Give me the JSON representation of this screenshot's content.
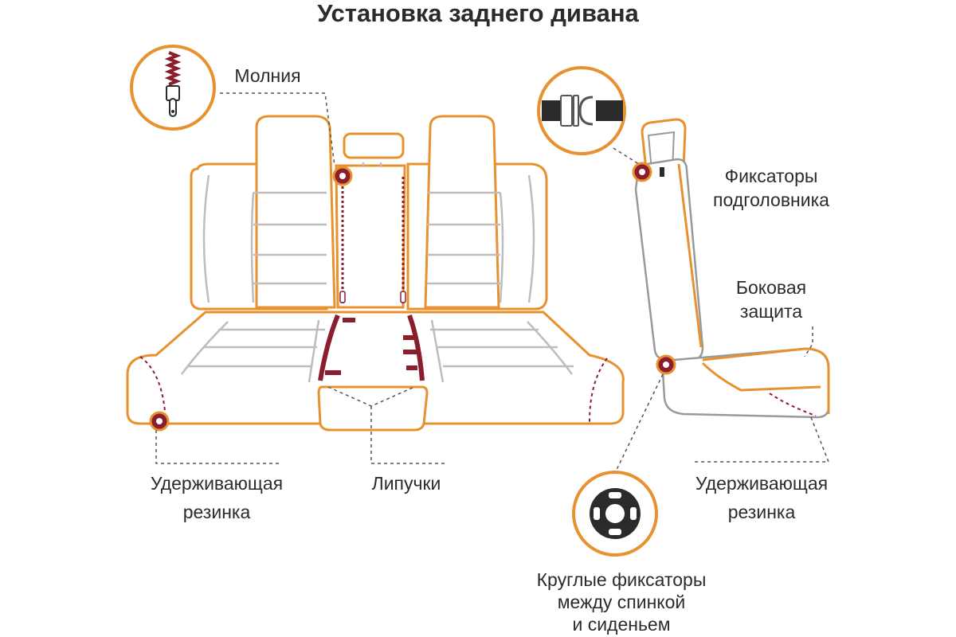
{
  "title": "Установка заднего дивана",
  "labels": {
    "zipper": "Молния",
    "headrest_fasteners": [
      "Фиксаторы",
      "подголовника"
    ],
    "side_protection": [
      "Боковая",
      "защита"
    ],
    "retaining_elastic_left": [
      "Удерживающая",
      "резинка"
    ],
    "velcro": "Липучки",
    "retaining_elastic_right": [
      "Удерживающая",
      "резинка"
    ],
    "round_fasteners": [
      "Круглые фиксаторы",
      "между спинкой",
      "и сиденьем"
    ]
  },
  "colors": {
    "accent": "#E8912F",
    "marker": "#8B1E2D",
    "stitch": "#BDBDBD",
    "text": "#2B2B2B",
    "seat_outline": "#999999"
  },
  "icons": {
    "zipper": "zipper-icon",
    "buckle": "buckle-clip-icon",
    "round_fastener": "round-fastener-icon"
  }
}
